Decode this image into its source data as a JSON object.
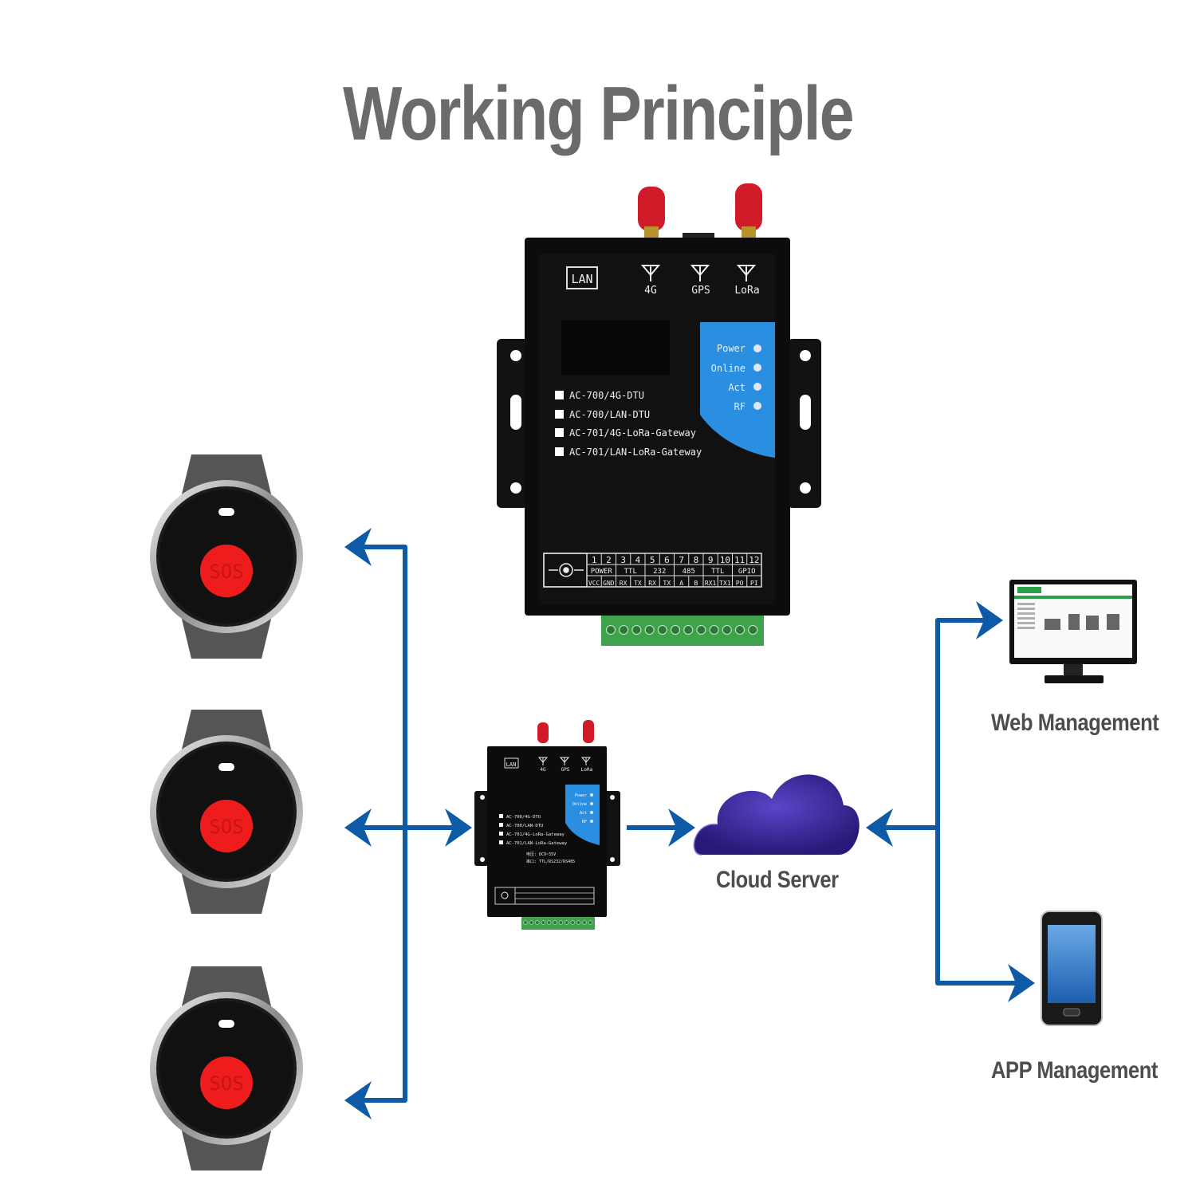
{
  "title": "Working Principle",
  "gateway_large": {
    "lan_label": "LAN",
    "antennas": [
      "4G",
      "GPS",
      "LoRa"
    ],
    "models": [
      "AC-700/4G-DTU",
      "AC-700/LAN-DTU",
      "AC-701/4G-LoRa-Gateway",
      "AC-701/LAN-LoRa-Gateway"
    ],
    "leds": [
      "Power",
      "Online",
      "Act",
      "RF"
    ],
    "terminal": {
      "pins": [
        "1",
        "2",
        "3",
        "4",
        "5",
        "6",
        "7",
        "8",
        "9",
        "10",
        "11",
        "12"
      ],
      "groups": [
        "POWER",
        "TTL",
        "232",
        "485",
        "TTL",
        "GPIO"
      ],
      "signals": [
        "VCC",
        "GND",
        "RX",
        "TX",
        "RX",
        "TX",
        "A",
        "B",
        "RX1",
        "TX1",
        "PO",
        "PI"
      ]
    }
  },
  "gateway_small": {
    "lan_label": "LAN",
    "antennas": [
      "4G",
      "GPS",
      "LoRa"
    ],
    "leds": [
      "Power",
      "Online",
      "Act",
      "RF"
    ],
    "models": [
      "AC-700/4G-DTU",
      "AC-700/LAN-DTU",
      "AC-701/4G-LoRa-Gateway",
      "AC-701/LAN-LoRa-Gateway"
    ],
    "spec_lines": [
      "电压: DC9~35V",
      "串口: TTL/RS232/RS485"
    ]
  },
  "sos_label": "SOS",
  "cloud_label": "Cloud Server",
  "web_label": "Web Management",
  "app_label": "APP Management",
  "colors": {
    "arrow": "#0d5aa7",
    "cloud": "#3d2a9c",
    "sos": "#ee1c1c",
    "led_panel": "#2a8fe0"
  }
}
